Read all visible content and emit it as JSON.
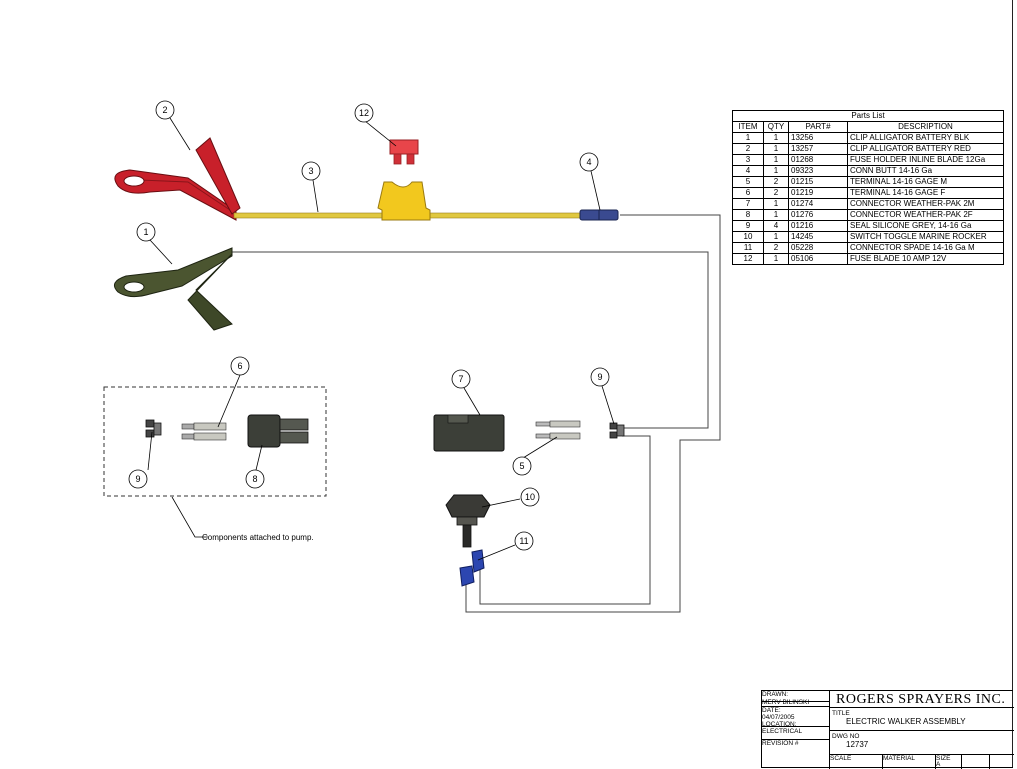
{
  "balloons": [
    "1",
    "2",
    "3",
    "4",
    "5",
    "6",
    "7",
    "8",
    "9",
    "9",
    "10",
    "11",
    "12"
  ],
  "note": "Components attached to pump.",
  "parts_list": {
    "caption": "Parts List",
    "headers": [
      "ITEM",
      "QTY",
      "PART#",
      "DESCRIPTION"
    ],
    "rows": [
      [
        "1",
        "1",
        "13256",
        "CLIP ALLIGATOR BATTERY BLK"
      ],
      [
        "2",
        "1",
        "13257",
        "CLIP ALLIGATOR BATTERY RED"
      ],
      [
        "3",
        "1",
        "01268",
        "FUSE HOLDER INLINE BLADE 12Ga"
      ],
      [
        "4",
        "1",
        "09323",
        "CONN BUTT 14-16 Ga"
      ],
      [
        "5",
        "2",
        "01215",
        "TERMINAL 14-16 GAGE M"
      ],
      [
        "6",
        "2",
        "01219",
        "TERMINAL 14-16 GAGE F"
      ],
      [
        "7",
        "1",
        "01274",
        "CONNECTOR WEATHER-PAK 2M"
      ],
      [
        "8",
        "1",
        "01276",
        "CONNECTOR WEATHER-PAK 2F"
      ],
      [
        "9",
        "4",
        "01216",
        "SEAL SILICONE GREY, 14-16 Ga"
      ],
      [
        "10",
        "1",
        "14245",
        "SWITCH TOGGLE MARINE ROCKER"
      ],
      [
        "11",
        "2",
        "05228",
        "CONNECTOR SPADE 14-16 Ga M"
      ],
      [
        "12",
        "1",
        "05106",
        "FUSE BLADE 10 AMP 12V"
      ]
    ]
  },
  "title_block": {
    "drawn_label": "DRAWN:",
    "drawn_value": "MERV BILINSKI",
    "date_label": "DATE:",
    "date_value": "04/07/2005",
    "location_label": "LOCATION:",
    "location_value": "ELECTRICAL",
    "revision_label": "REVISION #",
    "company": "ROGERS SPRAYERS INC.",
    "title_label": "TITLE",
    "title_value": "ELECTRIC WALKER ASSEMBLY",
    "dwg_label": "DWG NO",
    "dwg_value": "12737",
    "scale_label": "SCALE",
    "material_label": "MATERIAL",
    "size_label": "SIZE",
    "size_value": "A"
  },
  "colors": {
    "red_clip": "#c8202a",
    "black_clip": "#4b5530",
    "wire": "#e0c840",
    "fuse_holder": "#f2c81e",
    "fuse_blade": "#e8454a",
    "butt_connector": "#3a4a90",
    "spade": "#2c46b0",
    "weatherpak": "#3c3f38"
  }
}
